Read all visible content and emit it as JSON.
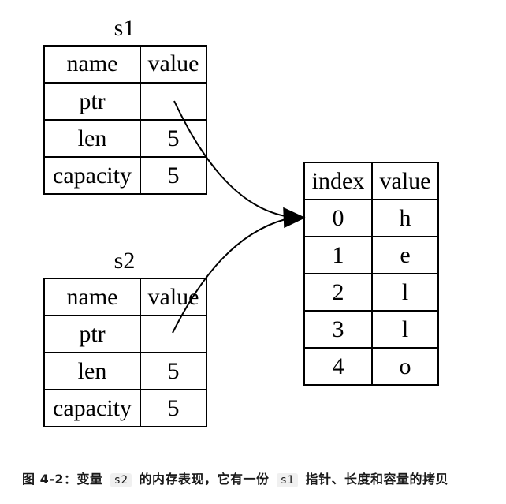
{
  "diagram": {
    "s1": {
      "title": "s1",
      "headers": [
        "name",
        "value"
      ],
      "rows": [
        {
          "name": "ptr",
          "value": ""
        },
        {
          "name": "len",
          "value": "5"
        },
        {
          "name": "capacity",
          "value": "5"
        }
      ]
    },
    "s2": {
      "title": "s2",
      "headers": [
        "name",
        "value"
      ],
      "rows": [
        {
          "name": "ptr",
          "value": ""
        },
        {
          "name": "len",
          "value": "5"
        },
        {
          "name": "capacity",
          "value": "5"
        }
      ]
    },
    "heap": {
      "headers": [
        "index",
        "value"
      ],
      "rows": [
        {
          "index": "0",
          "value": "h"
        },
        {
          "index": "1",
          "value": "e"
        },
        {
          "index": "2",
          "value": "l"
        },
        {
          "index": "3",
          "value": "l"
        },
        {
          "index": "4",
          "value": "o"
        }
      ]
    }
  },
  "caption": {
    "prefix": "图 4-2：变量",
    "code1": "s2",
    "middle": "的内存表现，它有一份",
    "code2": "s1",
    "suffix": "指针、长度和容量的拷贝"
  }
}
